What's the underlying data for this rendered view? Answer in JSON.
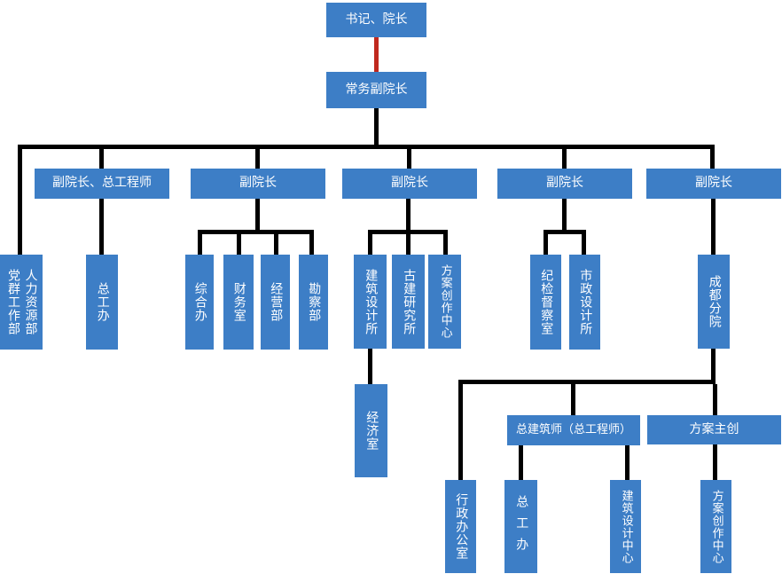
{
  "diagram": {
    "type": "organization-chart",
    "colors": {
      "background": "#FFFFFF",
      "box_fill": "#3D7EC6",
      "box_text": "#FFFFFF",
      "connector": "#000000",
      "connector_highlight": "#C0281E"
    },
    "nodes": {
      "secretary_dean": "书记、院长",
      "executive_vice_dean": "常务副院长",
      "vice_dean_chief_engineer": "副院长、总工程师",
      "vice_dean_2": "副院长",
      "vice_dean_3": "副院长",
      "vice_dean_4": "副院长",
      "vice_dean_5": "副院长",
      "party_mass_dept": "党群工作部",
      "hr_dept": "人力资源部",
      "chief_engineer_office": "总工办",
      "general_office": "综合办",
      "finance_office": "财务室",
      "operations_dept": "经营部",
      "survey_dept": "勘察部",
      "architectural_design_institute": "建筑设计所",
      "ancient_architecture_institute": "古建研究所",
      "scheme_creation_center": "方案创作中心",
      "discipline_inspection_office": "纪检督察室",
      "municipal_design_institute": "市政设计所",
      "chengdu_branch": "成都分院",
      "economy_office": "经济室",
      "chief_architect": "总建筑师（总工程师）",
      "scheme_lead": "方案主创",
      "admin_office": "行政办公室",
      "branch_chief_engineer_office": "总工办",
      "branch_architectural_design_center": "建筑设计中心",
      "branch_scheme_creation_center": "方案创作中心"
    },
    "edges": [
      {
        "parent": "secretary_dean",
        "child": "executive_vice_dean",
        "connector": "red"
      },
      {
        "parent": "executive_vice_dean",
        "child": "party_mass_dept+hr_dept",
        "connector": "black"
      },
      {
        "parent": "executive_vice_dean",
        "child": "vice_dean_chief_engineer",
        "connector": "black"
      },
      {
        "parent": "executive_vice_dean",
        "child": "vice_dean_2",
        "connector": "black"
      },
      {
        "parent": "executive_vice_dean",
        "child": "vice_dean_3",
        "connector": "black"
      },
      {
        "parent": "executive_vice_dean",
        "child": "vice_dean_4",
        "connector": "black"
      },
      {
        "parent": "executive_vice_dean",
        "child": "vice_dean_5",
        "connector": "black"
      },
      {
        "parent": "vice_dean_chief_engineer",
        "child": "chief_engineer_office",
        "connector": "black"
      },
      {
        "parent": "vice_dean_2",
        "child": "general_office",
        "connector": "black"
      },
      {
        "parent": "vice_dean_2",
        "child": "finance_office",
        "connector": "black"
      },
      {
        "parent": "vice_dean_2",
        "child": "operations_dept",
        "connector": "black"
      },
      {
        "parent": "vice_dean_2",
        "child": "survey_dept",
        "connector": "black"
      },
      {
        "parent": "vice_dean_3",
        "child": "architectural_design_institute",
        "connector": "black"
      },
      {
        "parent": "vice_dean_3",
        "child": "ancient_architecture_institute",
        "connector": "black"
      },
      {
        "parent": "vice_dean_3",
        "child": "scheme_creation_center",
        "connector": "black"
      },
      {
        "parent": "architectural_design_institute",
        "child": "economy_office",
        "connector": "black"
      },
      {
        "parent": "vice_dean_4",
        "child": "discipline_inspection_office",
        "connector": "black"
      },
      {
        "parent": "vice_dean_4",
        "child": "municipal_design_institute",
        "connector": "black"
      },
      {
        "parent": "vice_dean_5",
        "child": "chengdu_branch",
        "connector": "black"
      },
      {
        "parent": "chengdu_branch",
        "child": "admin_office",
        "connector": "black"
      },
      {
        "parent": "chengdu_branch",
        "child": "chief_architect",
        "connector": "black"
      },
      {
        "parent": "chengdu_branch",
        "child": "scheme_lead",
        "connector": "black"
      },
      {
        "parent": "chief_architect",
        "child": "branch_chief_engineer_office",
        "connector": "black"
      },
      {
        "parent": "chief_architect",
        "child": "branch_architectural_design_center",
        "connector": "black"
      },
      {
        "parent": "scheme_lead",
        "child": "branch_scheme_creation_center",
        "connector": "black"
      }
    ]
  }
}
